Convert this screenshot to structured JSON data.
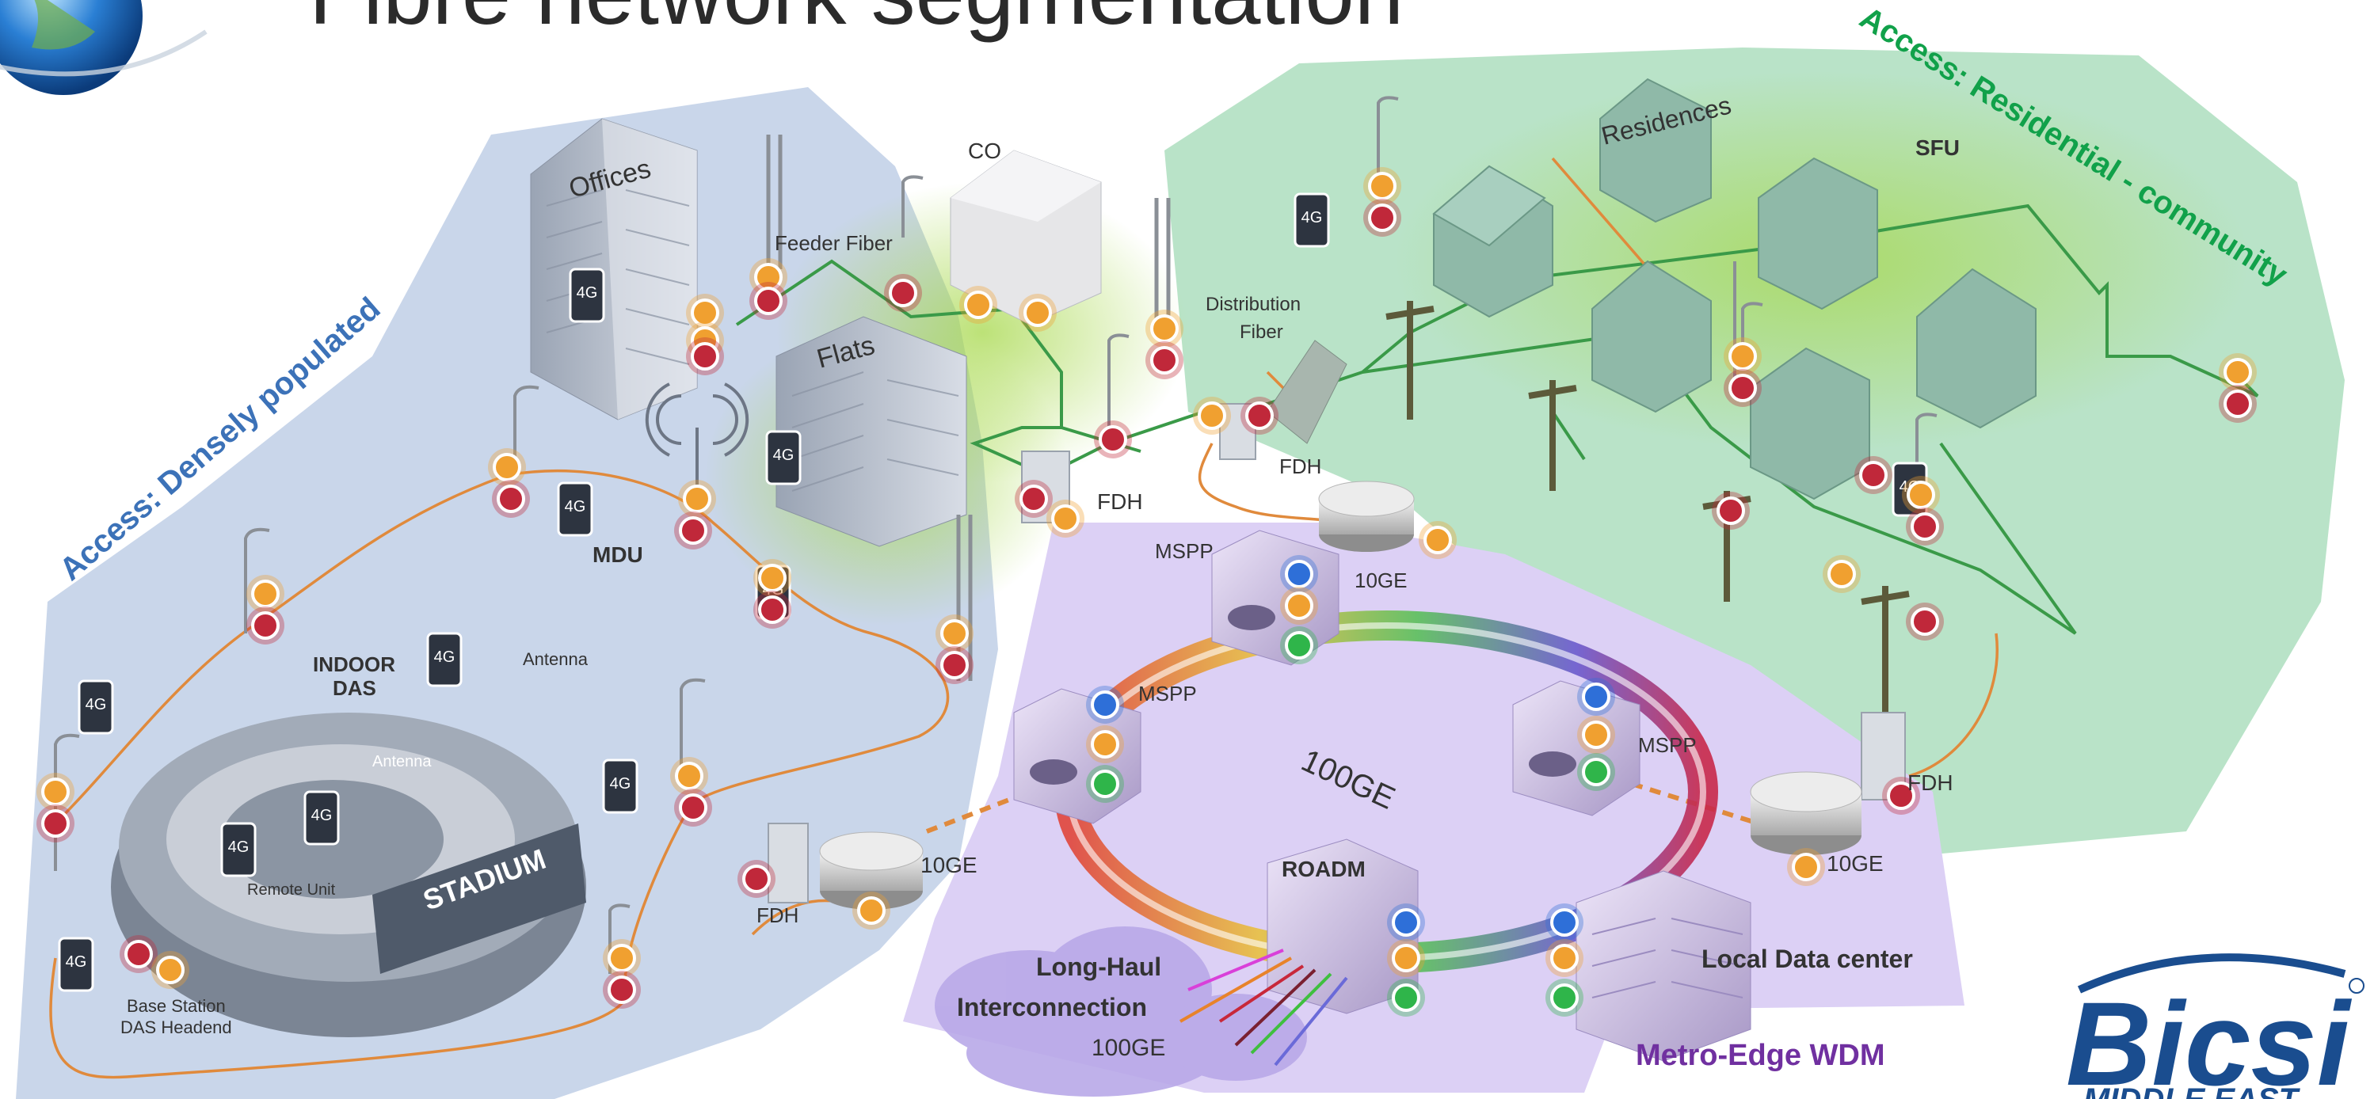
{
  "title": "Fibre network segmentation",
  "zones": {
    "dense": "Access: Densely populated",
    "residential": "Access: Residential - community",
    "metro": "Metro-Edge WDM"
  },
  "labels": {
    "offices": "Offices",
    "co": "CO",
    "feeder_fiber": "Feeder Fiber",
    "flats": "Flats",
    "mdu": "MDU",
    "indoor_das_1": "INDOOR",
    "indoor_das_2": "DAS",
    "antenna_top": "Antenna",
    "antenna_inner": "Antenna",
    "remote_unit": "Remote Unit",
    "stadium": "STADIUM",
    "base_station": "Base Station",
    "das_headend": "DAS Headend",
    "fdh_left": "FDH",
    "fdh_center": "FDH",
    "fdh_top": "FDH",
    "fdh_right": "FDH",
    "distribution_fiber_1": "Distribution",
    "distribution_fiber_2": "Fiber",
    "residences": "Residences",
    "sfu": "SFU",
    "mspp_top": "MSPP",
    "mspp_left": "MSPP",
    "mspp_right": "MSPP",
    "ring": "100GE",
    "roadm": "ROADM",
    "long_haul_1": "Long-Haul",
    "long_haul_2": "Interconnection",
    "long_haul_rate": "100GE",
    "local_dc": "Local Data center",
    "ge_top": "10GE",
    "ge_left": "10GE",
    "ge_right": "10GE",
    "badge_4g": "4G"
  },
  "logo": {
    "text": "Bicsi",
    "subtext": "MIDDLE EAST"
  },
  "colors": {
    "dense_zone": "#c9d6ea",
    "residential_zone": "#b9e3c8",
    "metro_zone": "#dcd0f5",
    "dense_text": "#3c72b8",
    "residential_text": "#11a14a",
    "metro_text": "#7030a0",
    "fiber_green": "#3a9a48",
    "fiber_orange": "#e08a3c",
    "node_red": "#c0283a",
    "node_orange": "#f0a030",
    "node_blue": "#2e6fd8",
    "node_green": "#2fb54a",
    "logo_blue": "#1a4d8f"
  }
}
